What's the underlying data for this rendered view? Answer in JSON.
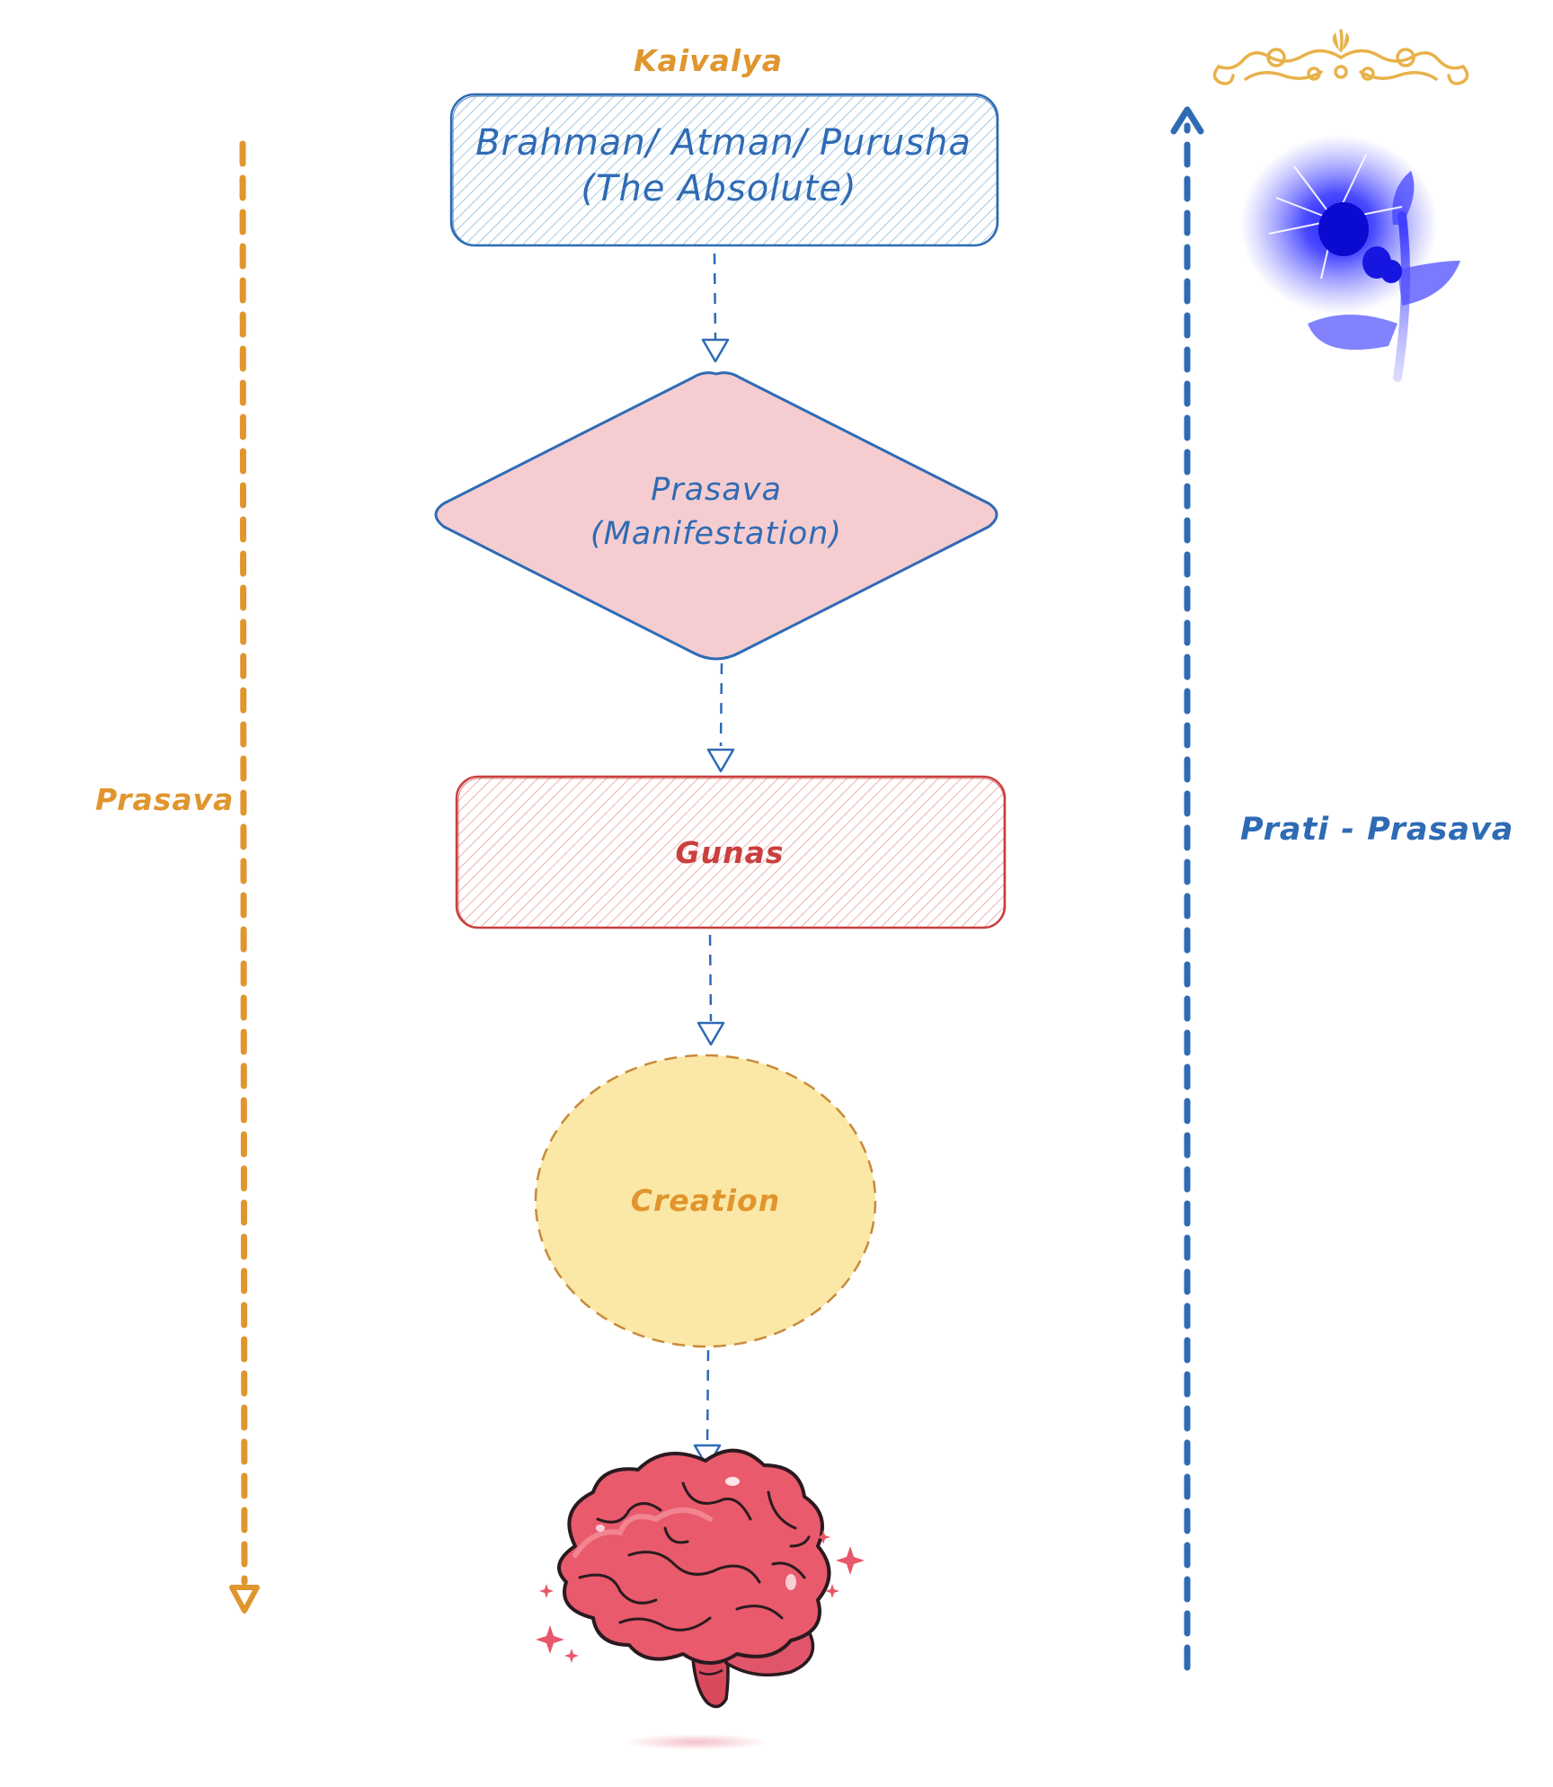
{
  "top_label": "Kaivalya",
  "nodes": {
    "absolute": {
      "line1": "Brahman/ Atman/ Purusha",
      "line2": "(The Absolute)"
    },
    "prasava": {
      "line1": "Prasava",
      "line2": "(Manifestation)"
    },
    "gunas": {
      "label": "Gunas"
    },
    "creation": {
      "label": "Creation"
    }
  },
  "side_labels": {
    "left": "Prasava",
    "right": "Prati - Prasava"
  },
  "icons": {
    "top_right_ornament": "ornament-flourish-icon",
    "flower": "blue-flower-icon",
    "brain": "brain-icon"
  },
  "colors": {
    "orange": "#e0952d",
    "blue": "#2f6bb5",
    "red": "#c9403f",
    "pink_fill": "#f5cdd0",
    "yellow_fill": "#fbe8a6",
    "blue_hatch": "#a9cde3",
    "red_hatch": "#efb6b6"
  }
}
